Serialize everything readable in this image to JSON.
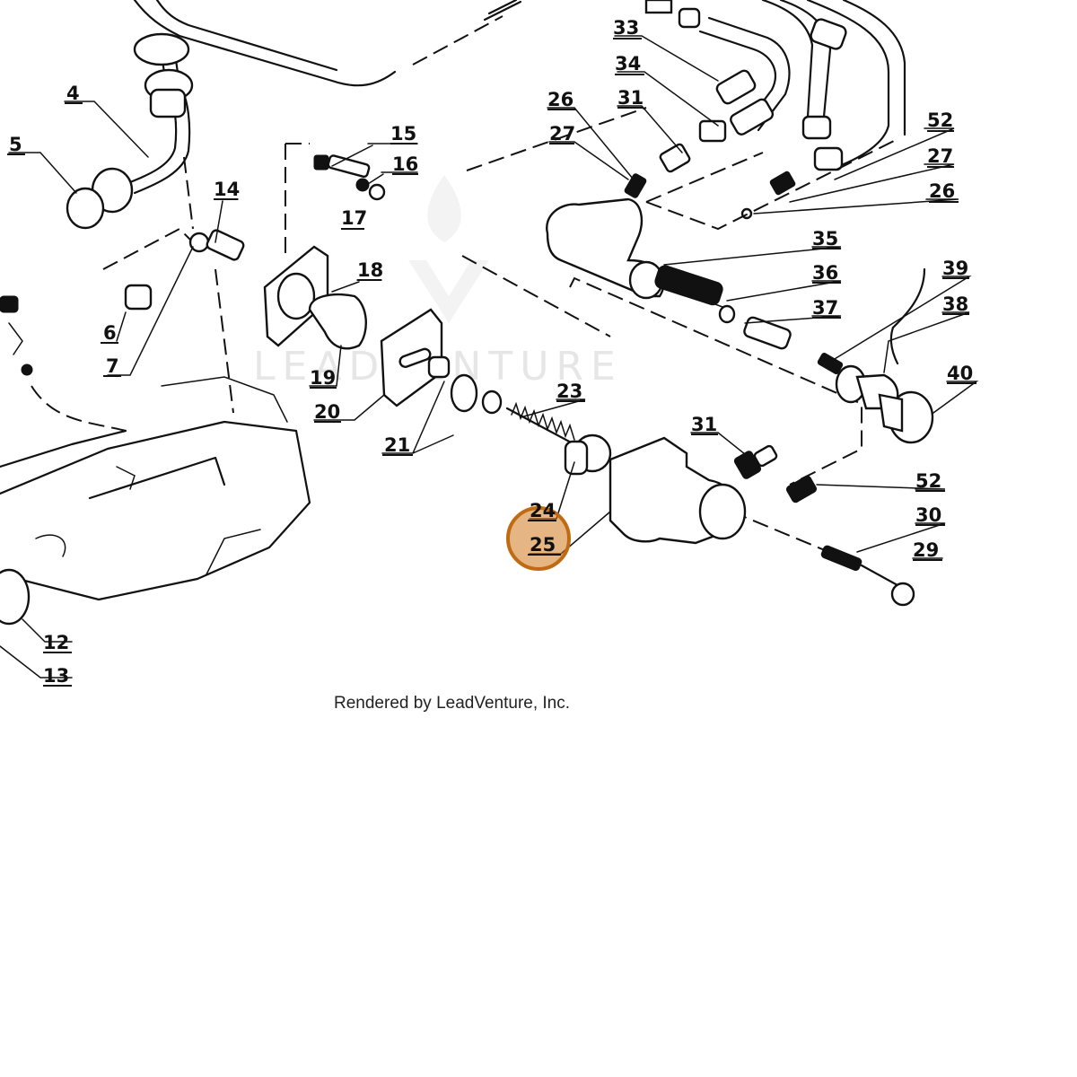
{
  "watermark": {
    "text": "LEADVENTURE"
  },
  "footer": {
    "credit": "Rendered by LeadVenture, Inc."
  },
  "highlight": {
    "callout": "25",
    "color": "#d07a1e"
  },
  "callouts": [
    {
      "id": "33",
      "label": "33"
    },
    {
      "id": "34",
      "label": "34"
    },
    {
      "id": "26a",
      "label": "26"
    },
    {
      "id": "31a",
      "label": "31"
    },
    {
      "id": "27a",
      "label": "27"
    },
    {
      "id": "52a",
      "label": "52"
    },
    {
      "id": "27b",
      "label": "27"
    },
    {
      "id": "26b",
      "label": "26"
    },
    {
      "id": "4",
      "label": "4"
    },
    {
      "id": "5",
      "label": "5"
    },
    {
      "id": "15",
      "label": "15"
    },
    {
      "id": "16",
      "label": "16"
    },
    {
      "id": "17",
      "label": "17"
    },
    {
      "id": "14",
      "label": "14"
    },
    {
      "id": "18",
      "label": "18"
    },
    {
      "id": "35",
      "label": "35"
    },
    {
      "id": "36",
      "label": "36"
    },
    {
      "id": "37",
      "label": "37"
    },
    {
      "id": "39",
      "label": "39"
    },
    {
      "id": "38",
      "label": "38"
    },
    {
      "id": "6",
      "label": "6"
    },
    {
      "id": "7",
      "label": "7"
    },
    {
      "id": "19",
      "label": "19"
    },
    {
      "id": "20",
      "label": "20"
    },
    {
      "id": "23",
      "label": "23"
    },
    {
      "id": "40",
      "label": "40"
    },
    {
      "id": "21",
      "label": "21"
    },
    {
      "id": "31b",
      "label": "31"
    },
    {
      "id": "24",
      "label": "24"
    },
    {
      "id": "52b",
      "label": "52"
    },
    {
      "id": "30",
      "label": "30"
    },
    {
      "id": "25",
      "label": "25"
    },
    {
      "id": "29",
      "label": "29"
    },
    {
      "id": "12",
      "label": "12"
    },
    {
      "id": "13",
      "label": "13"
    }
  ]
}
